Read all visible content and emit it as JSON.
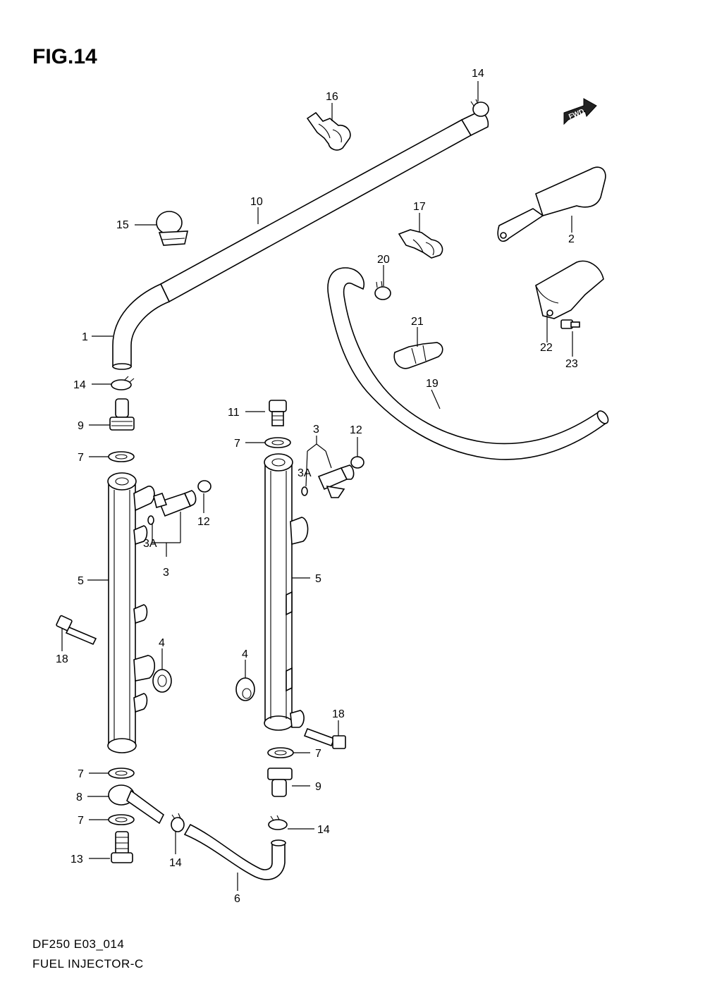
{
  "figure": {
    "title": "FIG.14"
  },
  "footer": {
    "model_code": "DF250 E03_014",
    "caption": "FUEL INJECTOR-C"
  },
  "fwd_badge": {
    "label": "FWD"
  },
  "callouts": {
    "c1": "1",
    "c2": "2",
    "c3_upper": "3",
    "c3A_upper": "3A",
    "c3_lower": "3",
    "c3A_lower": "3A",
    "c4_left": "4",
    "c4_right": "4",
    "c5_left": "5",
    "c5_right": "5",
    "c6": "6",
    "c7_a": "7",
    "c7_b": "7",
    "c7_c": "7",
    "c7_d": "7",
    "c7_e": "7",
    "c8": "8",
    "c9_left": "9",
    "c9_right": "9",
    "c10": "10",
    "c11": "11",
    "c12_left": "12",
    "c12_right": "12",
    "c13": "13",
    "c14_top": "14",
    "c14_left": "14",
    "c14_bottom": "14",
    "c14_right": "14",
    "c15": "15",
    "c16": "16",
    "c17": "17",
    "c18_left": "18",
    "c18_right": "18",
    "c19": "19",
    "c20": "20",
    "c21": "21",
    "c22": "22",
    "c23": "23"
  }
}
